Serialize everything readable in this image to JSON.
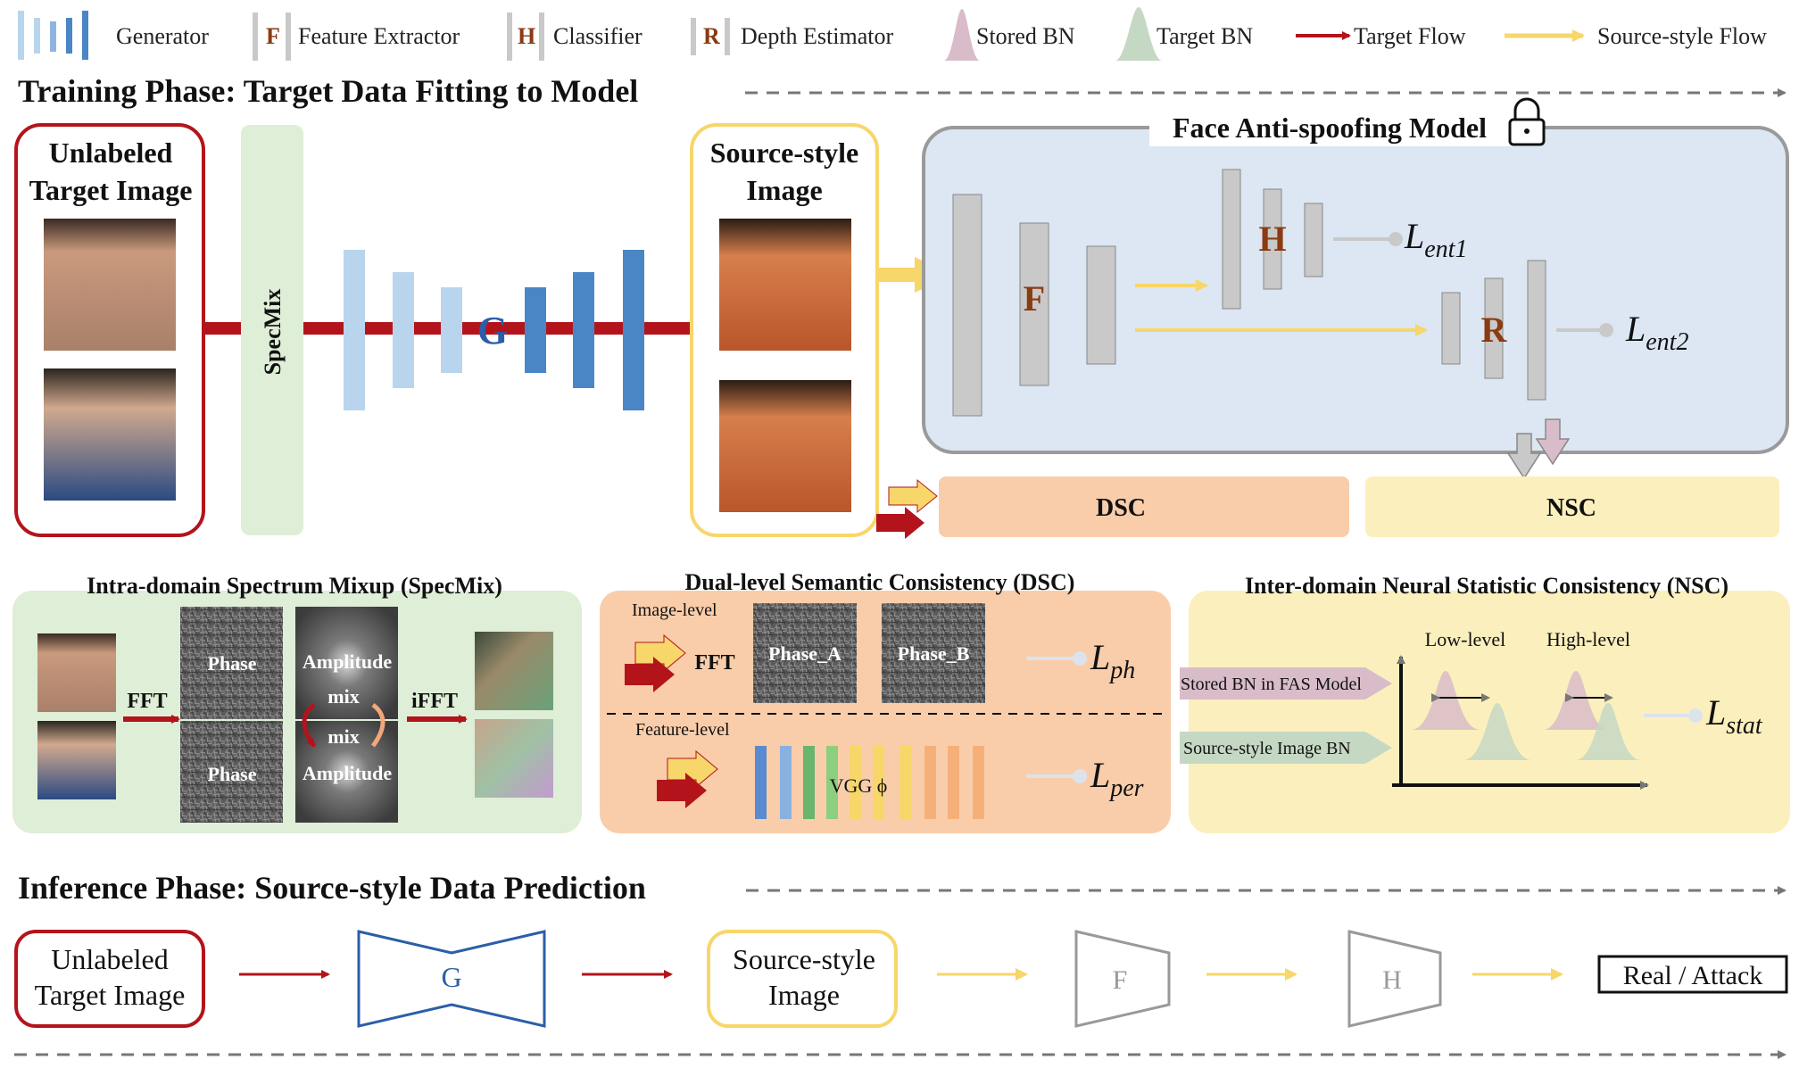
{
  "legend": {
    "generator": "Generator",
    "feature_extractor_letter": "F",
    "feature_extractor": "Feature Extractor",
    "classifier_letter": "H",
    "classifier": "Classifier",
    "depth_estimator_letter": "R",
    "depth_estimator": "Depth Estimator",
    "stored_bn": "Stored BN",
    "target_bn": "Target BN",
    "target_flow": "Target Flow",
    "source_style_flow": "Source-style Flow"
  },
  "training": {
    "title": "Training Phase:  Target Data Fitting to Model",
    "unlabeled_line1": "Unlabeled",
    "unlabeled_line2": "Target Image",
    "specmix": "SpecMix",
    "generator_letter": "G",
    "source_line1": "Source-style",
    "source_line2": "Image",
    "fas_model": "Face Anti-spoofing Model",
    "f_letter": "F",
    "h_letter": "H",
    "r_letter": "R",
    "l_ent1_base": "L",
    "l_ent1_sub": "ent1",
    "l_ent2_base": "L",
    "l_ent2_sub": "ent2",
    "dsc": "DSC",
    "nsc": "NSC"
  },
  "specmix_panel": {
    "title": "Intra-domain Spectrum Mixup (SpecMix)",
    "fft": "FFT",
    "ifft": "iFFT",
    "phase_top": "Phase",
    "phase_bottom": "Phase",
    "amplitude_top": "Amplitude",
    "amplitude_bottom": "Amplitude",
    "mix_top": "mix",
    "mix_bottom": "mix"
  },
  "dsc_panel": {
    "title": "Dual-level Semantic Consistency (DSC)",
    "image_level": "Image-level",
    "fft": "FFT",
    "phase_a": "Phase_A",
    "phase_b": "Phase_B",
    "l_ph_base": "L",
    "l_ph_sub": "ph",
    "feature_level": "Feature-level",
    "vgg": "VGG ϕ",
    "l_per_base": "L",
    "l_per_sub": "per"
  },
  "nsc_panel": {
    "title": "Inter-domain Neural Statistic Consistency (NSC)",
    "low_level": "Low-level",
    "high_level": "High-level",
    "stored_bn_label": "Stored BN in FAS Model",
    "source_bn_label": "Source-style Image BN",
    "l_stat_base": "L",
    "l_stat_sub": "stat"
  },
  "inference": {
    "title": "Inference Phase:  Source-style Data Prediction",
    "unlabeled_line1": "Unlabeled",
    "unlabeled_line2": "Target Image",
    "g": "G",
    "source_line1": "Source-style",
    "source_line2": "Image",
    "f": "F",
    "h": "H",
    "output": "Real / Attack"
  },
  "colors": {
    "target_red": "#b3141c",
    "source_yellow": "#f7d66a",
    "gen_light": "#b9d5ee",
    "gen_dark": "#4a86c6",
    "g_letter": "#2c5ea8",
    "gray_block": "#c9c9c9",
    "brown_letter": "#8a3b12",
    "specmix_bg": "#dfeed6",
    "fas_bg": "#dce7f3",
    "dsc_bg": "#f9cdaa",
    "nsc_bg": "#fbf0bd",
    "stored_bn": "#d9bcc9",
    "target_bn": "#c5d8c4"
  }
}
